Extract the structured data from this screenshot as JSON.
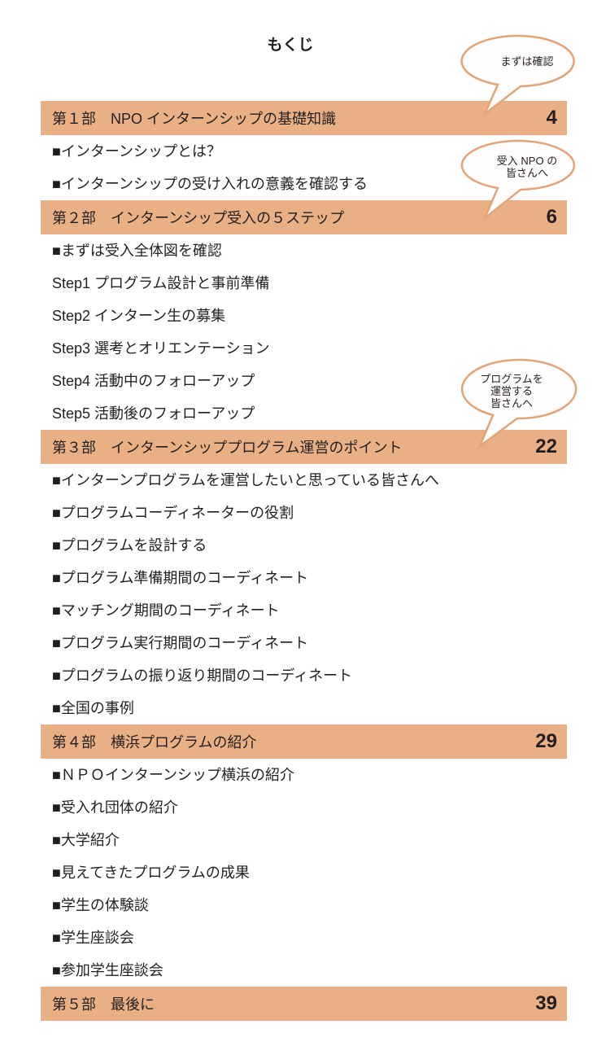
{
  "title": "もくじ",
  "sections": [
    {
      "label": "第１部　NPO インターンシップの基礎知識",
      "page": "4",
      "items": [
        "■インターンシップとは？",
        "■インターンシップの受け入れの意義を確認する"
      ]
    },
    {
      "label": "第２部　インターンシップ受入の５ステップ",
      "page": "6",
      "items": [
        "■まずは受入全体図を確認",
        "Step1 プログラム設計と事前準備",
        "Step2 インターン生の募集",
        "Step3 選考とオリエンテーション",
        "Step4 活動中のフォローアップ",
        "Step5 活動後のフォローアップ"
      ]
    },
    {
      "label": "第３部　インターンシッププログラム運営のポイント",
      "page": "22",
      "items": [
        "■インターンプログラムを運営したいと思っている皆さんへ",
        "■プログラムコーディネーターの役割",
        "■プログラムを設計する",
        "■プログラム準備期間のコーディネート",
        "■マッチング期間のコーディネート",
        "■プログラム実行期間のコーディネート",
        "■プログラムの振り返り期間のコーディネート",
        "■全国の事例"
      ]
    },
    {
      "label": "第４部　横浜プログラムの紹介",
      "page": "29",
      "items": [
        "■ＮＰＯインターンシップ横浜の紹介",
        "■受入れ団体の紹介",
        "■大学紹介",
        "■見えてきたプログラムの成果",
        "■学生の体験談",
        "■学生座談会",
        "■参加学生座談会"
      ]
    },
    {
      "label": "第５部　最後に",
      "page": "39",
      "items": []
    }
  ],
  "callouts": [
    {
      "line1": "まずは確認",
      "line2": "",
      "line3": ""
    },
    {
      "line1": "受入 NPO の",
      "line2": "皆さんへ",
      "line3": ""
    },
    {
      "line1": "プログラムを",
      "line2": "運営する",
      "line3": "皆さんへ"
    }
  ],
  "colors": {
    "band": "#e8b084",
    "bubble_stroke": "#e0a478"
  }
}
